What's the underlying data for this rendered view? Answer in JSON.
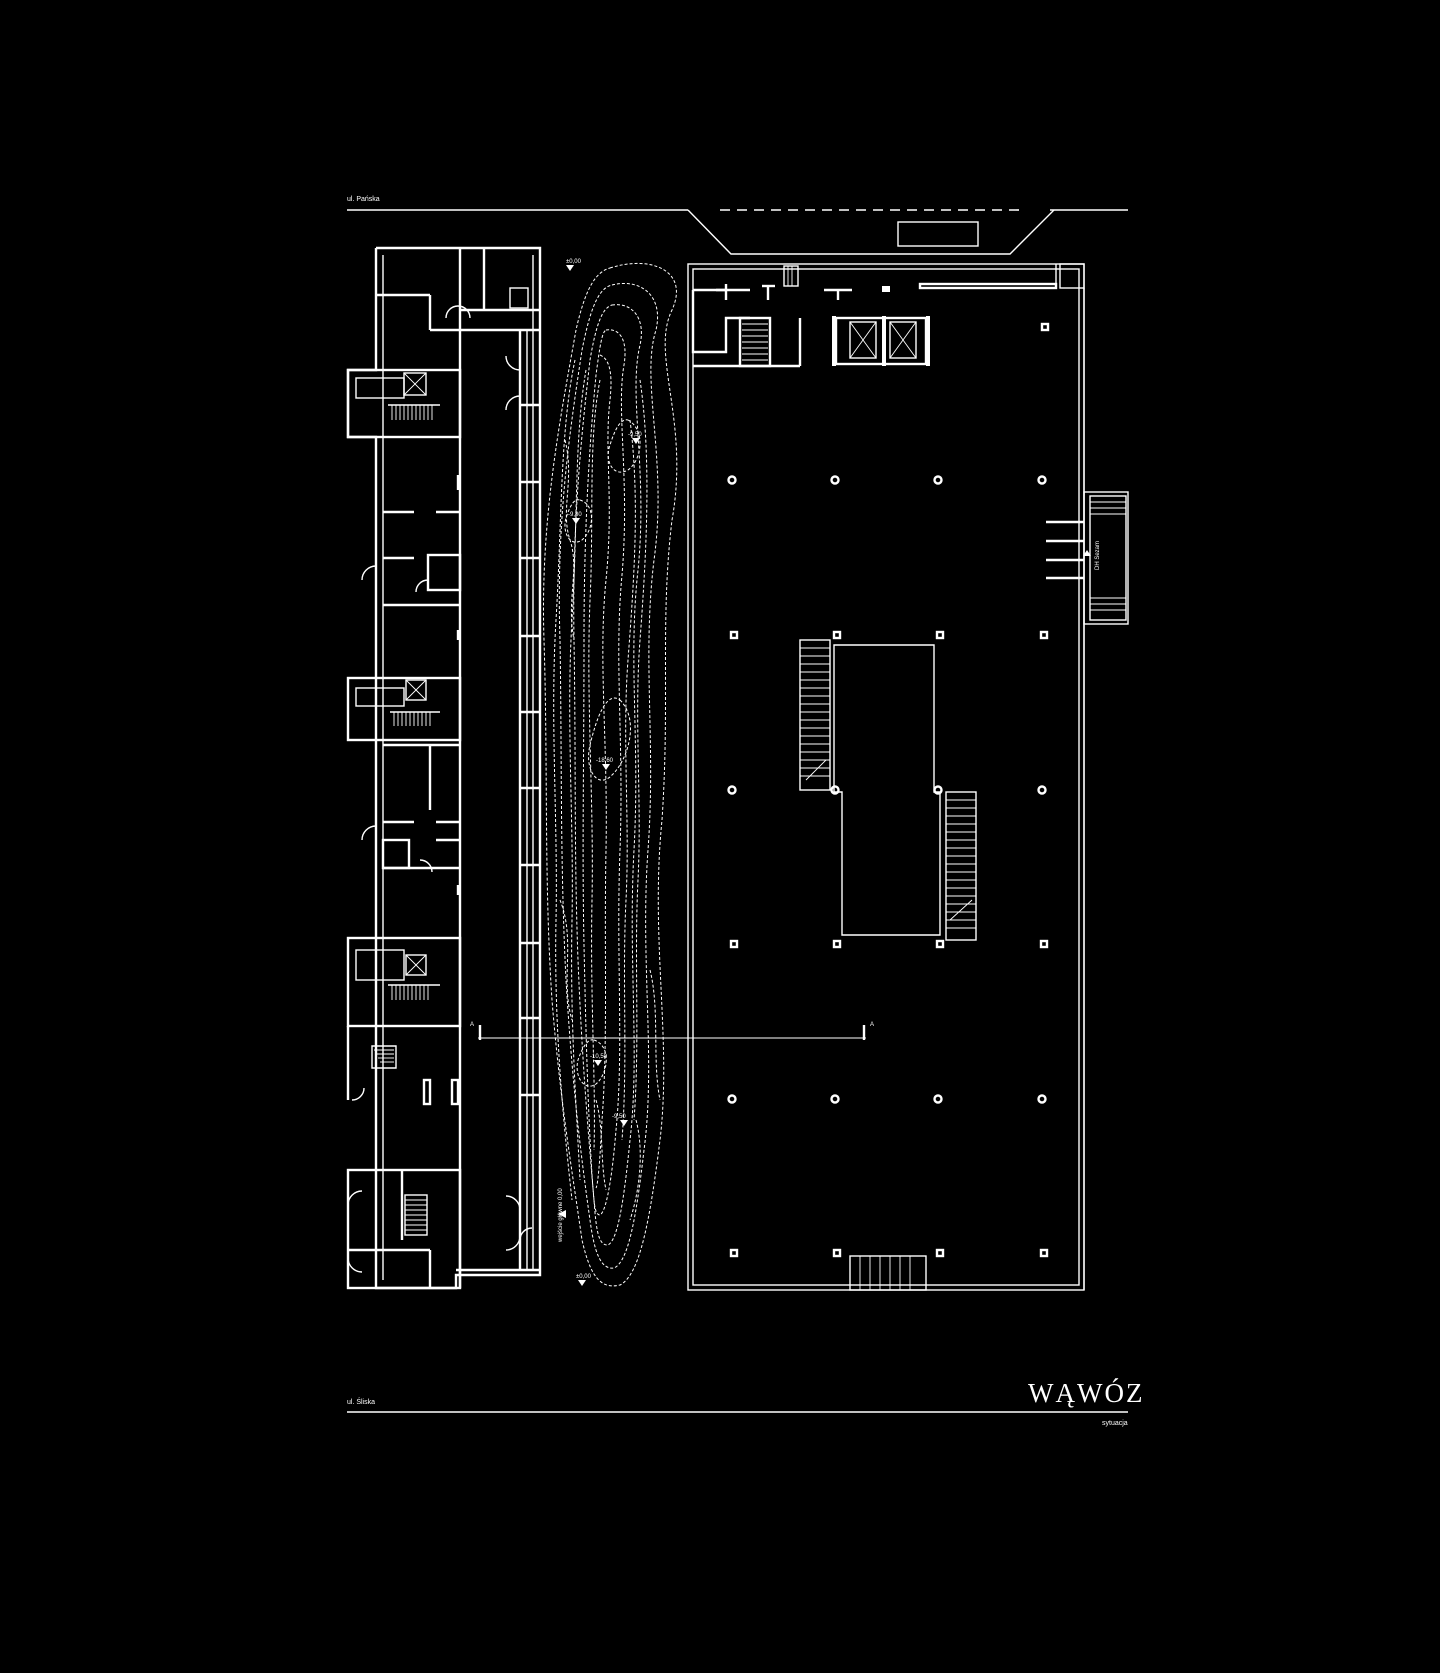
{
  "labels": {
    "street_top": "ul. Pańska",
    "street_bottom": "ul. Śliska",
    "caption": "sytuacja",
    "logo": "WĄWÓZ",
    "entrance_left": "wejście główne 0,00",
    "entrance_right": "DH Sezam",
    "section_mark": "A",
    "levels": [
      "±0,00",
      "-9,50",
      "-9,80",
      "-18,60",
      "-10,50",
      "-9,50",
      "±0,00"
    ]
  },
  "colors": {
    "background": "#000000",
    "lines": "#ffffff"
  }
}
